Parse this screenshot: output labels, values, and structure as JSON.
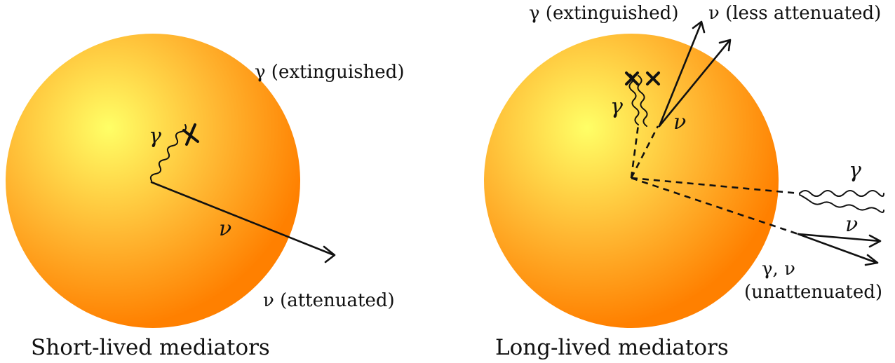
{
  "left_panel": {
    "caption": "Short-lived mediators",
    "label_gamma_extinguished": "γ (extinguished)",
    "label_nu_attenuated": "ν (attenuated)",
    "gamma_symbol": "γ",
    "nu_symbol": "ν"
  },
  "right_panel": {
    "caption": "Long-lived mediators",
    "label_gamma_extinguished": "γ (extinguished)",
    "label_nu_less_attenuated": "ν (less attenuated)",
    "gamma_symbol_inside": "γ",
    "nu_symbol_inside": "ν",
    "gamma_symbol_outside": "γ",
    "nu_symbol_outside": "ν",
    "label_gamma_nu": "γ, ν",
    "label_unattenuated": "(unattenuated)"
  },
  "colors": {
    "sphere_center": "#ffff66",
    "sphere_edge": "#ff8000",
    "line": "#111111"
  }
}
